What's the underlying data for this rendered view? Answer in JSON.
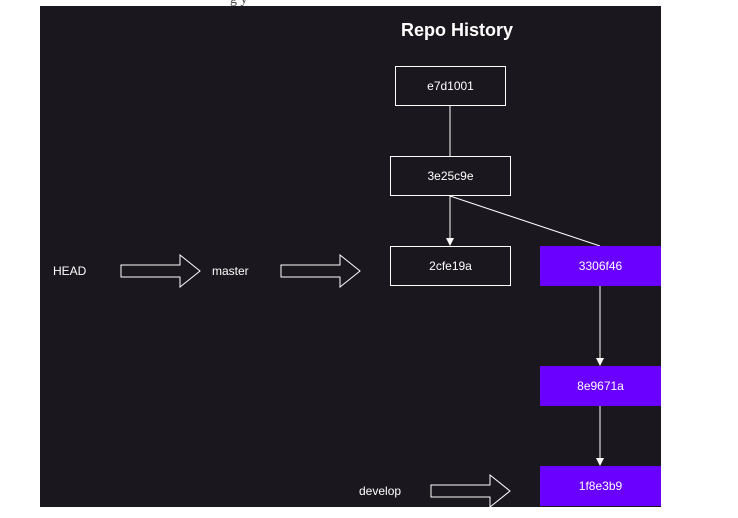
{
  "page_header_fragment": "g  y",
  "title": "Repo History",
  "commits": {
    "c1": "e7d1001",
    "c2": "3e25c9e",
    "c3": "2cfe19a",
    "c4": "3306f46",
    "c5": "8e9671a",
    "c6": "1f8e3b9"
  },
  "refs": {
    "head": "HEAD",
    "master": "master",
    "develop": "develop"
  },
  "colors": {
    "background": "#1a171e",
    "branch_commit_fill": "#6a00ff",
    "line": "#ffffff"
  }
}
